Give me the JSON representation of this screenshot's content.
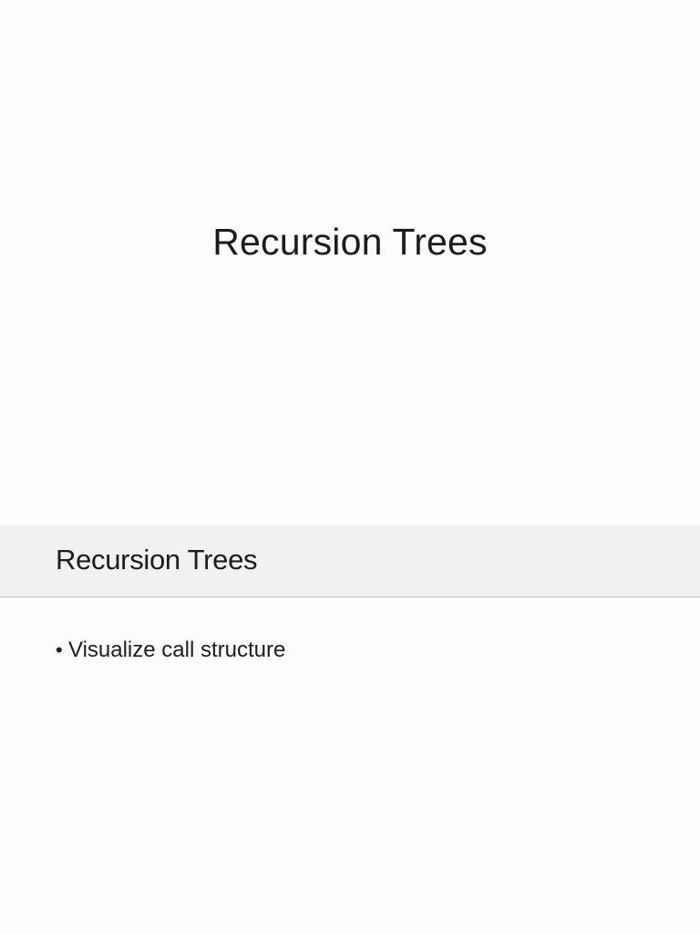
{
  "slide1": {
    "title": "Recursion Trees"
  },
  "slide2": {
    "title": "Recursion Trees",
    "bullets": [
      {
        "marker": "•",
        "text": "Visualize call structure"
      }
    ]
  },
  "colors": {
    "background": "#fdfdfd",
    "header_band": "#f1f1f1",
    "divider": "#bdbdbd",
    "text": "#1c1c1c"
  }
}
